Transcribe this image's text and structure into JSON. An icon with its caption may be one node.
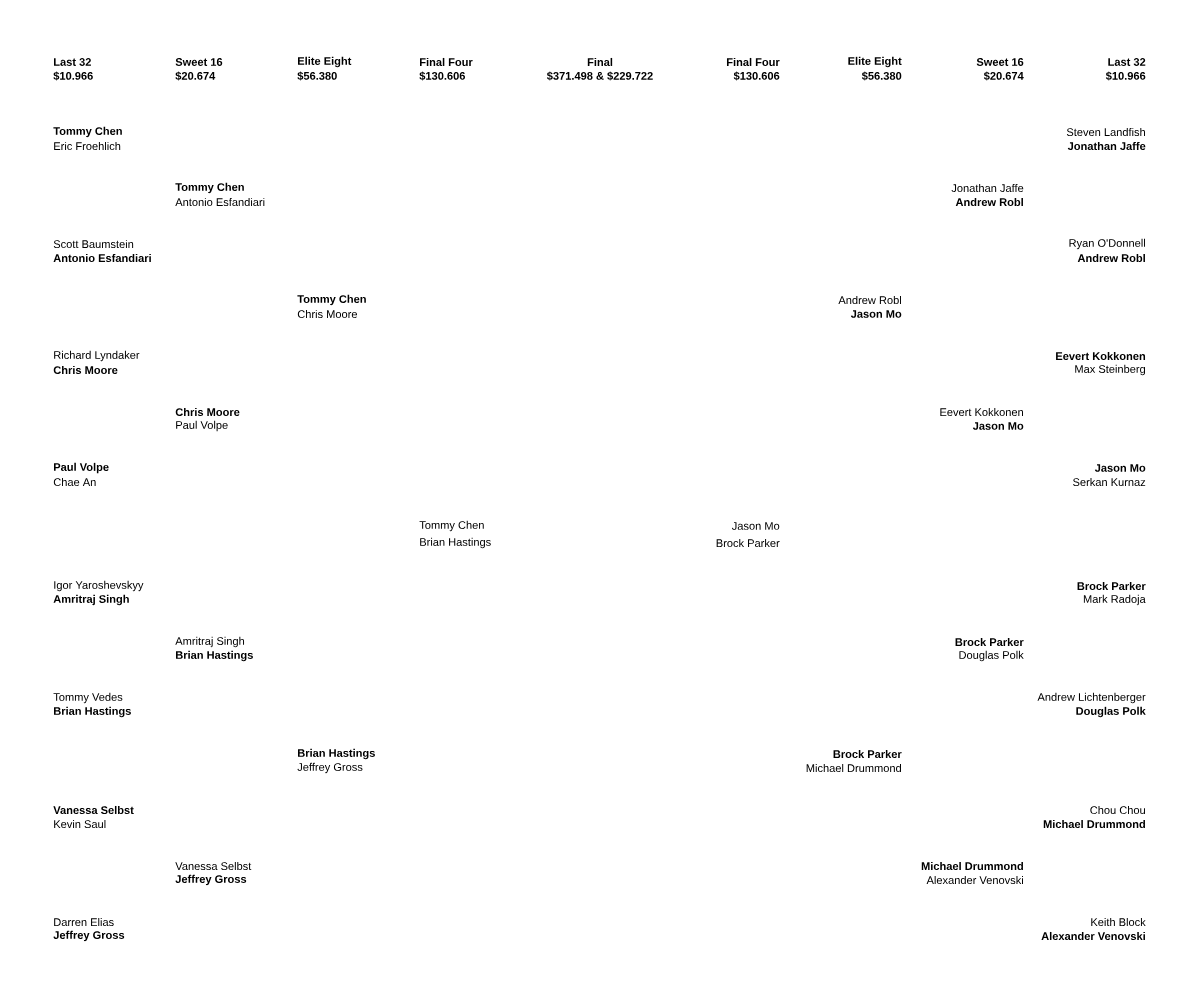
{
  "diagram": {
    "labels": [
      "Last 32",
      "Sweet 16",
      "Elite Eight",
      "Final Four",
      "Final",
      "Final Four",
      "Elite Eight",
      "Sweet 16",
      "Last 32",
      "$10.966",
      "$20.674",
      "$56.380",
      "$130.606",
      "$371.498 & $229.722",
      "$130.606",
      "$56.380",
      "$20.674",
      "$10.966",
      "**Tommy Chen**",
      "Steven Landfish",
      "Eric Froehlich",
      "**Jonathan Jaffe**",
      "**Tommy Chen**",
      "Jonathan Jaffe",
      "Antonio Esfandiari",
      "**Andrew Robl**",
      "Scott Baumstein",
      "Ryan O'Donnell",
      "**Antonio Esfandiari**",
      "**Andrew Robl**",
      "**Tommy Chen**",
      "Andrew Robl",
      "Chris Moore",
      "**Jason Mo**",
      "Richard Lyndaker",
      "**Eevert Kokkonen**",
      "**Chris Moore**",
      "Max Steinberg",
      "**Chris Moore**",
      "Eevert Kokkonen",
      "Paul Volpe",
      "**Jason Mo**",
      "**Paul Volpe**",
      "**Jason Mo**",
      "Chae An",
      "Serkan Kurnaz",
      "Tommy Chen",
      "Jason Mo",
      "Brian Hastings",
      "Brock Parker",
      "Igor Yaroshevskyy",
      "**Brock Parker**",
      "**Amritraj Singh**",
      "Mark Radoja",
      "Amritraj Singh",
      "**Brock Parker**",
      "**Brian Hastings**",
      "Douglas Polk",
      "Tommy Vedes",
      "Andrew Lichtenberger",
      "**Brian Hastings**",
      "**Douglas Polk**",
      "**Brian Hastings**",
      "**Brock Parker**",
      "Jeffrey Gross",
      "Michael Drummond",
      "**Vanessa Selbst**",
      "Chou Chou",
      "Kevin Saul",
      "**Michael Drummond**",
      "Vanessa Selbst",
      "**Michael Drummond**",
      "**Jeffrey Gross**",
      "Alexander Venovski",
      "Darren Elias",
      "Keith Block",
      "**Jeffrey Gross**",
      "**Alexander Venovski**"
    ]
  }
}
